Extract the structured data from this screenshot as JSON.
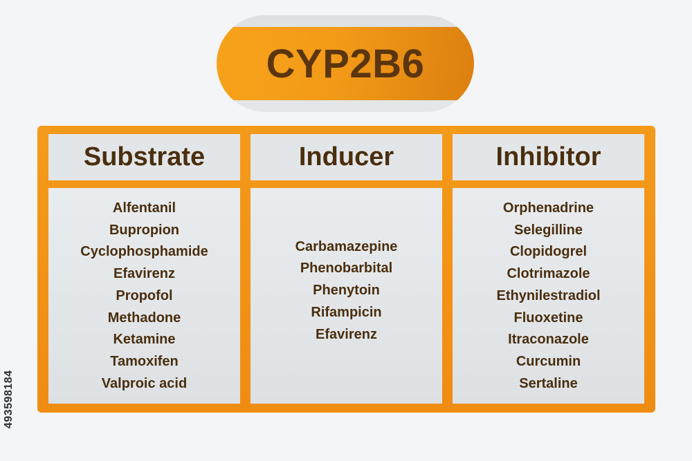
{
  "title": "CYP2B6",
  "columns": [
    {
      "heading": "Substrate",
      "items": [
        "Alfentanil",
        "Bupropion",
        "Cyclophosphamide",
        "Efavirenz",
        "Propofol",
        "Methadone",
        "Ketamine",
        "Tamoxifen",
        "Valproic acid"
      ]
    },
    {
      "heading": "Inducer",
      "items": [
        "Carbamazepine",
        "Phenobarbital",
        "Phenytoin",
        "Rifampicin",
        "Efavirenz"
      ]
    },
    {
      "heading": "Inhibitor",
      "items": [
        "Orphenadrine",
        "Selegilline",
        "Clopidogrel",
        "Clotrimazole",
        "Ethynilestradiol",
        "Fluoxetine",
        "Itraconazole",
        "Curcumin",
        "Sertaline"
      ]
    }
  ],
  "stock_id": "493598184",
  "colors": {
    "accent_orange": "#f39b18",
    "text_brown": "#4a2e0e",
    "panel_gray": "#e3e6e8",
    "background": "#f3f5f6"
  }
}
